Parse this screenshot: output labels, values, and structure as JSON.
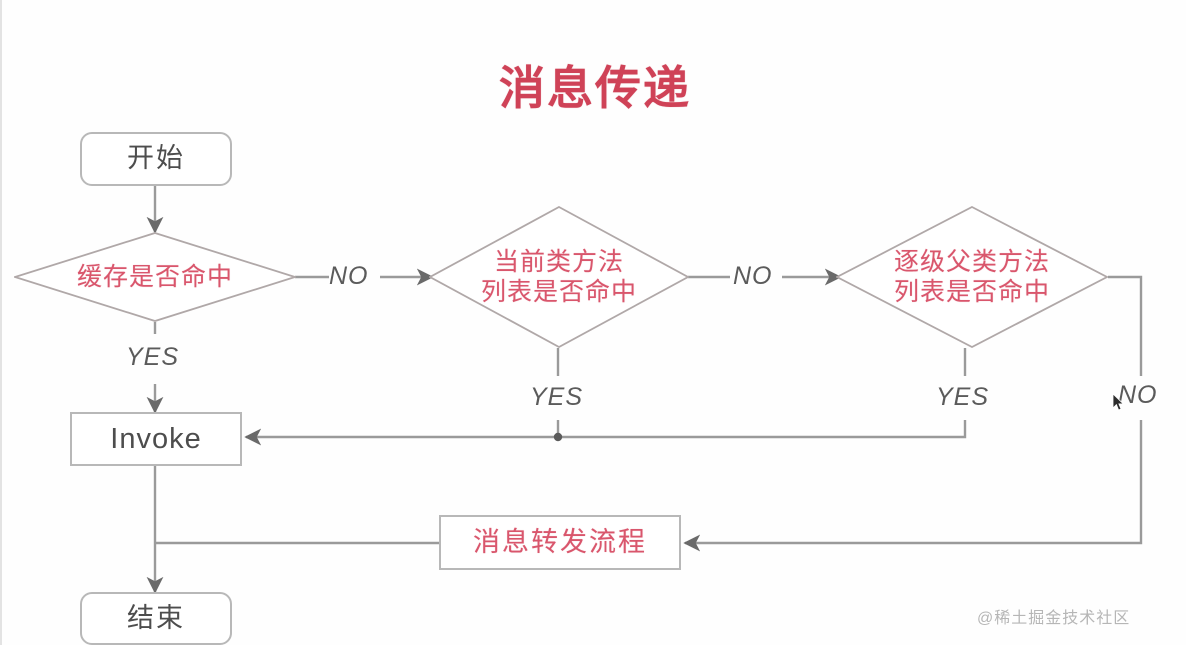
{
  "diagram": {
    "title": "消息传递",
    "title_color": "#cf4257",
    "background": "#fefefe",
    "line_color": "#9a9a9a",
    "node_border_color": "#b8b8b8",
    "accent_text_color": "#d9566c",
    "neutral_text_color": "#4d4d4d",
    "type": "flowchart"
  },
  "nodes": [
    {
      "id": "start",
      "label": "开始",
      "shape": "terminator"
    },
    {
      "id": "cache",
      "label": "缓存是否命中",
      "shape": "decision"
    },
    {
      "id": "curclass",
      "label": "当前类方法\n列表是否命中",
      "shape": "decision"
    },
    {
      "id": "superclass",
      "label": "逐级父类方法\n列表是否命中",
      "shape": "decision"
    },
    {
      "id": "invoke",
      "label": "Invoke",
      "shape": "process"
    },
    {
      "id": "forward",
      "label": "消息转发流程",
      "shape": "process"
    },
    {
      "id": "end",
      "label": "结束",
      "shape": "terminator"
    }
  ],
  "edges": [
    {
      "from": "start",
      "to": "cache",
      "label": ""
    },
    {
      "from": "cache",
      "to": "curclass",
      "label": "NO"
    },
    {
      "from": "cache",
      "to": "invoke",
      "label": "YES"
    },
    {
      "from": "curclass",
      "to": "superclass",
      "label": "NO"
    },
    {
      "from": "curclass",
      "to": "invoke",
      "label": "YES"
    },
    {
      "from": "superclass",
      "to": "invoke",
      "label": "YES"
    },
    {
      "from": "superclass",
      "to": "forward",
      "label": "NO"
    },
    {
      "from": "forward",
      "to": "invoke",
      "label": ""
    },
    {
      "from": "invoke",
      "to": "end",
      "label": ""
    }
  ],
  "edge_labels": [
    {
      "id": "no-1",
      "text": "NO"
    },
    {
      "id": "yes-1",
      "text": "YES"
    },
    {
      "id": "no-2",
      "text": "NO"
    },
    {
      "id": "yes-2",
      "text": "YES"
    },
    {
      "id": "yes-3",
      "text": "YES"
    },
    {
      "id": "no-3",
      "text": "NO"
    }
  ],
  "watermark": {
    "text": "@稀土掘金技术社区"
  }
}
